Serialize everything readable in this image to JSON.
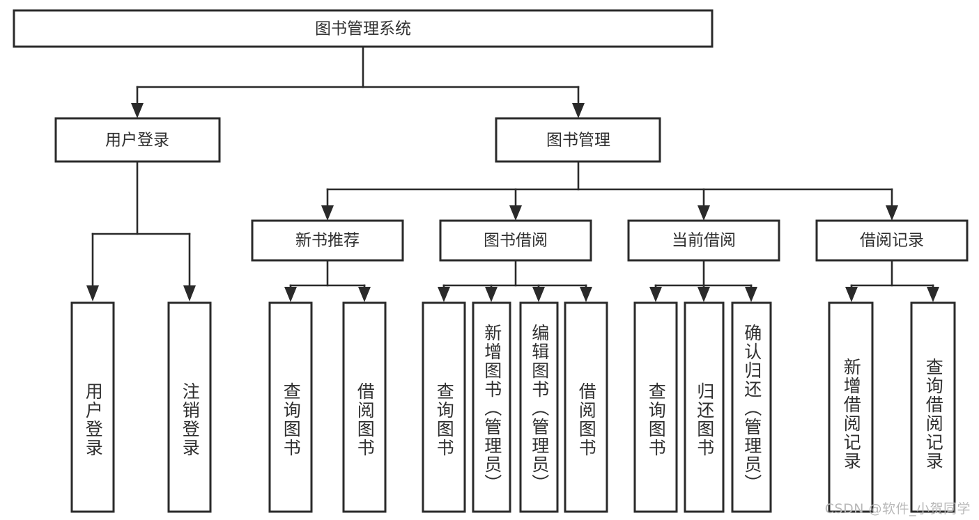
{
  "diagram": {
    "title": "图书管理系统",
    "watermark": "CSDN @软件_小贺同学",
    "level1": {
      "label": "图书管理系统"
    },
    "level2": [
      {
        "label": "用户登录"
      },
      {
        "label": "图书管理"
      }
    ],
    "level3": [
      {
        "label": "新书推荐"
      },
      {
        "label": "图书借阅"
      },
      {
        "label": "当前借阅"
      },
      {
        "label": "借阅记录"
      }
    ],
    "leaves": [
      {
        "label": "用户登录"
      },
      {
        "label": "注销登录"
      },
      {
        "label": "查询图书"
      },
      {
        "label": "借阅图书"
      },
      {
        "label": "查询图书"
      },
      {
        "label": "新增图书（管理员）"
      },
      {
        "label": "编辑图书（管理员）"
      },
      {
        "label": "借阅图书"
      },
      {
        "label": "查询图书"
      },
      {
        "label": "归还图书"
      },
      {
        "label": "确认归还（管理员）"
      },
      {
        "label": "新增借阅记录"
      },
      {
        "label": "查询借阅记录"
      }
    ],
    "colors": {
      "stroke": "#2a2a2a",
      "text": "#2f2f2f",
      "background": "#ffffff",
      "watermark": "#b9b9b9"
    }
  }
}
